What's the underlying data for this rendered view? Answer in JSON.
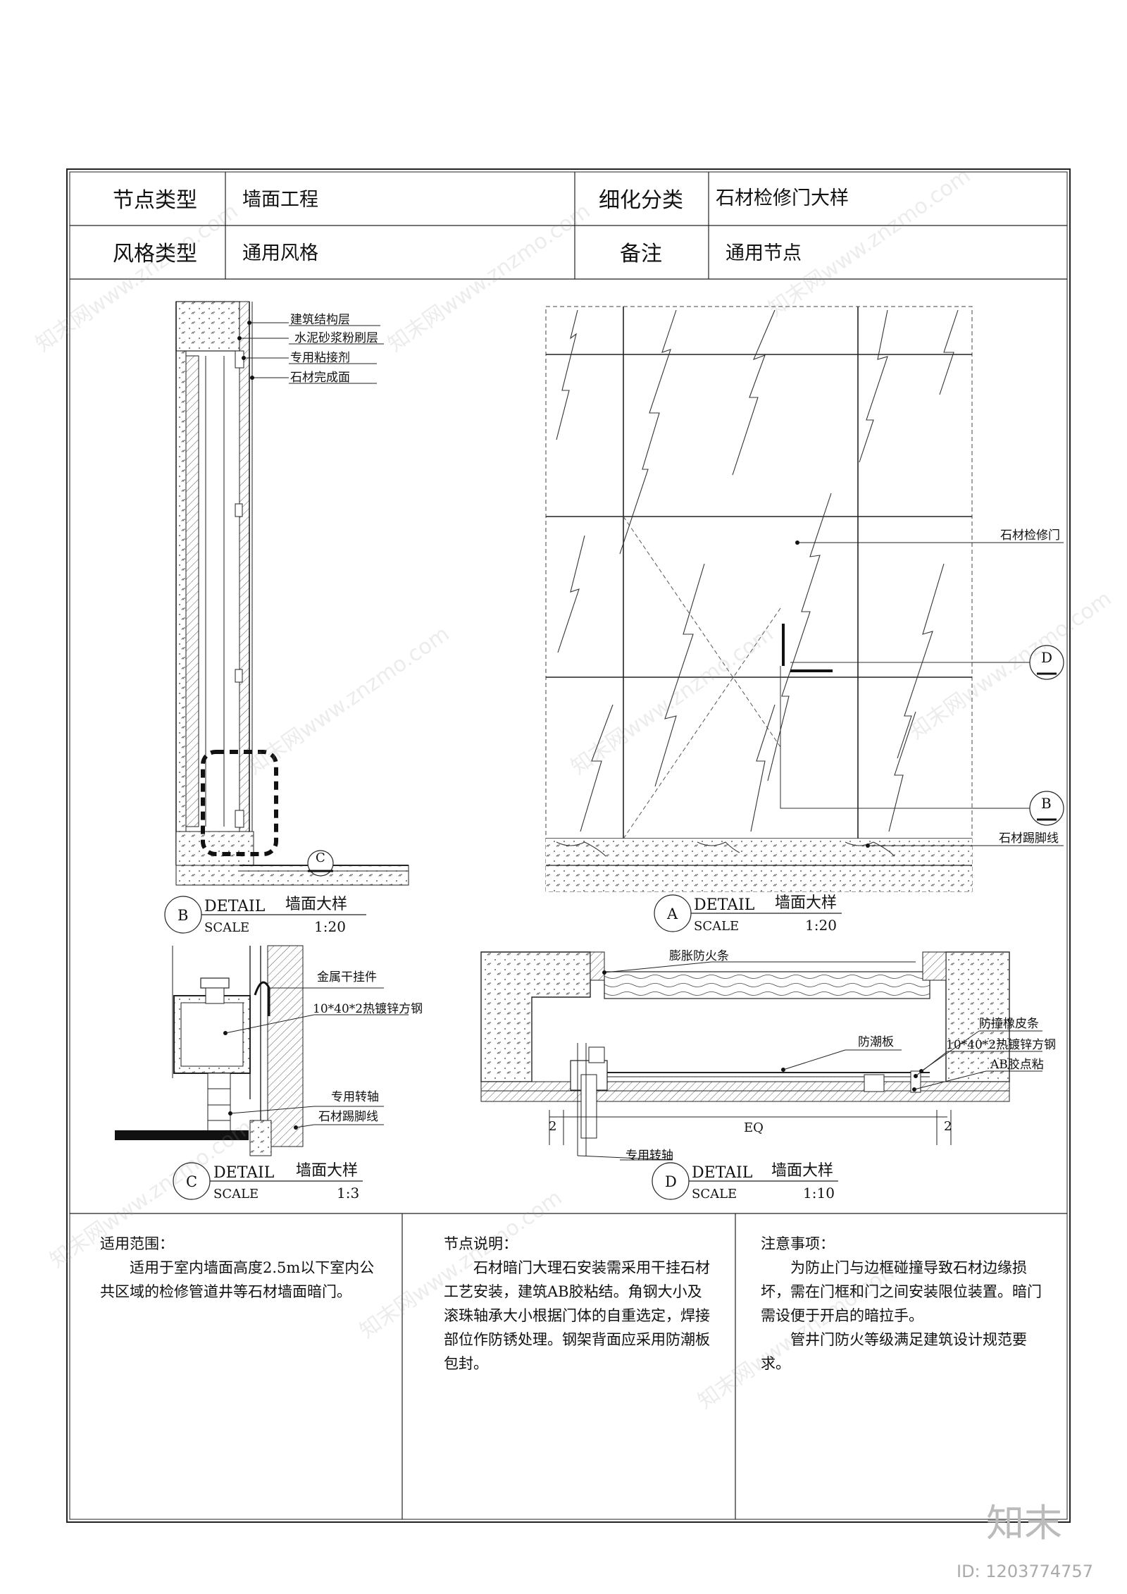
{
  "header": {
    "row1": {
      "label1": "节点类型",
      "value1": "墙面工程",
      "label2": "细化分类",
      "value2": "石材检修门大样"
    },
    "row2": {
      "label1": "风格类型",
      "value1": "通用风格",
      "label2": "备注",
      "value2": "通用节点"
    }
  },
  "detail_b": {
    "callouts": [
      "建筑结构层",
      "水泥砂浆粉刷层",
      "专用粘接剂",
      "石材完成面"
    ],
    "marker": "B",
    "section_mark": "C",
    "title": "DETAIL",
    "title_cn": "墙面大样",
    "scale_label": "SCALE",
    "scale": "1:20"
  },
  "detail_a": {
    "callouts": [
      "石材检修门",
      "石材踢脚线"
    ],
    "section_marks": [
      "D",
      "B"
    ],
    "marker": "A",
    "title": "DETAIL",
    "title_cn": "墙面大样",
    "scale_label": "SCALE",
    "scale": "1:20"
  },
  "detail_c": {
    "callouts": [
      "金属干挂件",
      "10*40*2热镀锌方钢",
      "专用转轴",
      "石材踢脚线"
    ],
    "marker": "C",
    "title": "DETAIL",
    "title_cn": "墙面大样",
    "scale_label": "SCALE",
    "scale": "1:3"
  },
  "detail_d": {
    "callouts": [
      "膨胀防火条",
      "防撞橡皮条",
      "防潮板",
      "10*40*2热镀锌方钢",
      "AB胶点粘",
      "专用转轴"
    ],
    "dims": [
      "2",
      "EQ",
      "2"
    ],
    "marker": "D",
    "title": "DETAIL",
    "title_cn": "墙面大样",
    "scale_label": "SCALE",
    "scale": "1:10"
  },
  "notes": {
    "scope": {
      "heading": "适用范围：",
      "body": "适用于室内墙面高度2.5m以下室内公共区域的检修管道井等石材墙面暗门。"
    },
    "explain": {
      "heading": "节点说明：",
      "body": "石材暗门大理石安装需采用干挂石材工艺安装，建筑AB胶粘结。角钢大小及滚珠轴承大小根据门体的自重选定，焊接部位作防锈处理。钢架背面应采用防潮板包封。"
    },
    "caution": {
      "heading": "注意事项：",
      "body1": "为防止门与边框碰撞导致石材边缘损坏，需在门框和门之间安装限位装置。暗门需设便于开启的暗拉手。",
      "body2": "管井门防火等级满足建筑设计规范要求。"
    }
  },
  "watermark": {
    "text": "知末网www.znzmo.com",
    "logo": "知末",
    "id": "ID: 1203774757"
  }
}
